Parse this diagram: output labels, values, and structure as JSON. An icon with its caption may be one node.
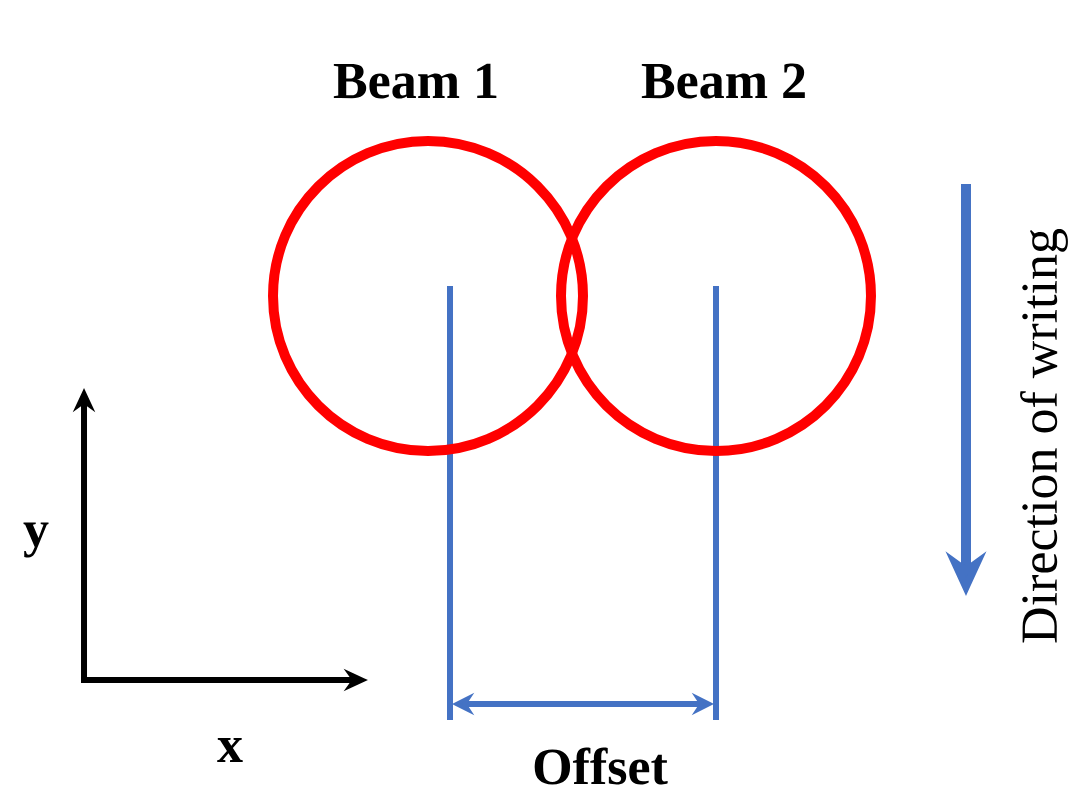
{
  "diagram": {
    "nodes": [
      {
        "text": [
          "Beam 1"
        ]
      },
      {
        "text": [
          "Beam 2"
        ]
      }
    ],
    "labels": [
      "y",
      "x",
      "Offset",
      "Direction of writing"
    ]
  }
}
